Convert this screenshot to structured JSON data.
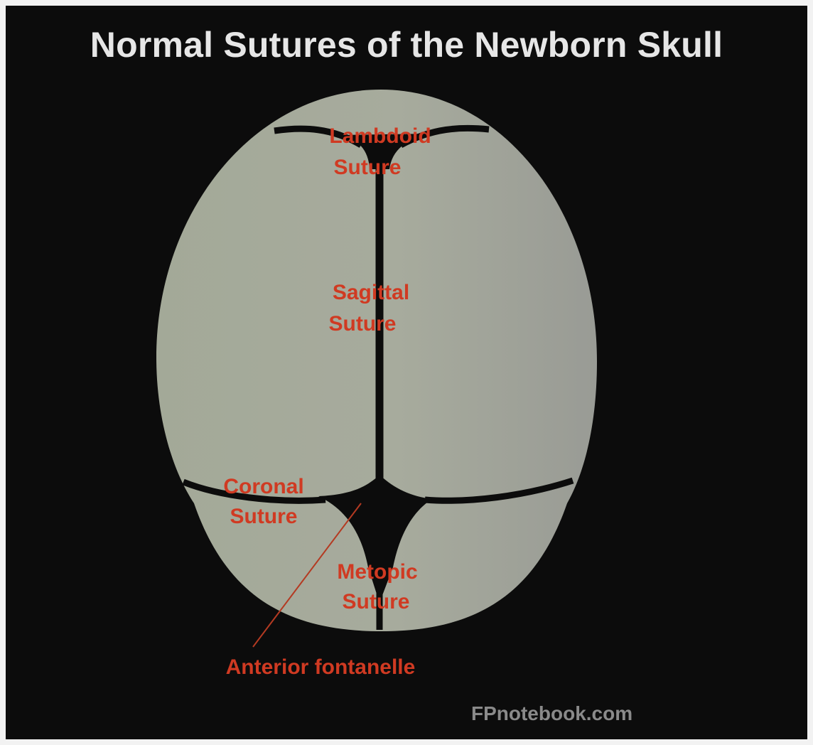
{
  "title": "Normal Sutures of the Newborn Skull",
  "labels": {
    "lambdoid": [
      "Lambdoid",
      "Suture"
    ],
    "sagittal": [
      "Sagittal",
      "Suture"
    ],
    "coronal": [
      "Coronal",
      "Suture"
    ],
    "metopic": [
      "Metopic",
      "Suture"
    ],
    "anterior_fontanelle": "Anterior fontanelle"
  },
  "credit": "FPnotebook.com",
  "colors": {
    "background": "#0c0c0c",
    "bone": "#a5aa9b",
    "suture": "#0c0c0c",
    "label": "#d03a22",
    "title": "#e6e6e6",
    "credit": "#8a8a8a"
  }
}
